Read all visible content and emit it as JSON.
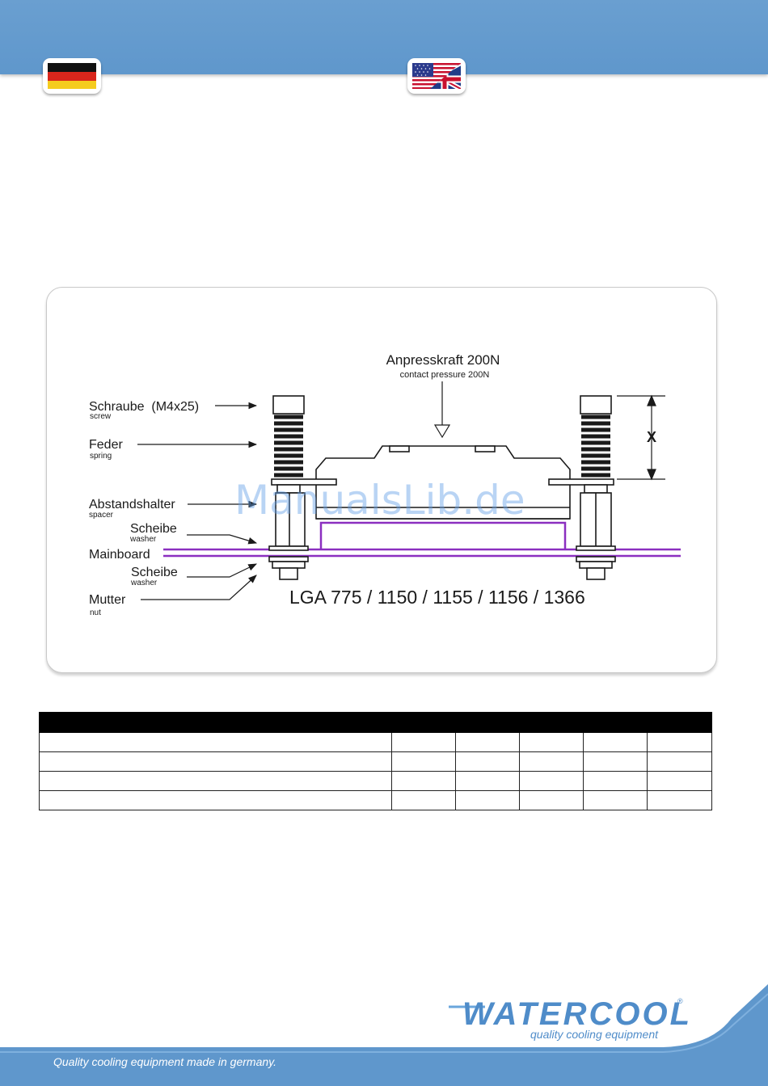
{
  "header": {
    "flag_left": "german-flag",
    "flag_right": "us-uk-flag"
  },
  "diagram": {
    "title_de": "Anpresskraft 200N",
    "title_en": "contact pressure 200N",
    "dimension_label": "X",
    "socket_label": "LGA 775 / 1150 / 1155 / 1156 / 1366",
    "parts": [
      {
        "de": "Schraube  (M4x25)",
        "en": "screw"
      },
      {
        "de": "Feder",
        "en": "spring"
      },
      {
        "de": "Abstandshalter",
        "en": "spacer"
      },
      {
        "de": "Scheibe",
        "en": "washer"
      },
      {
        "de": "Mainboard",
        "en": ""
      },
      {
        "de": "Scheibe",
        "en": "washer"
      },
      {
        "de": "Mutter",
        "en": "nut"
      }
    ],
    "colors": {
      "mainboard": "#8b2fc0",
      "lines": "#1a1a1a"
    }
  },
  "watermark": "ManualsLib.de",
  "brand": {
    "logo": "WATERCOOL",
    "registered": "®",
    "tagline": "quality cooling equipment"
  },
  "footer": {
    "text": "Quality cooling equipment made in germany."
  },
  "colors": {
    "header": "#6a9fd0",
    "footer": "#5f97cc",
    "brand": "#4f8cc9"
  }
}
